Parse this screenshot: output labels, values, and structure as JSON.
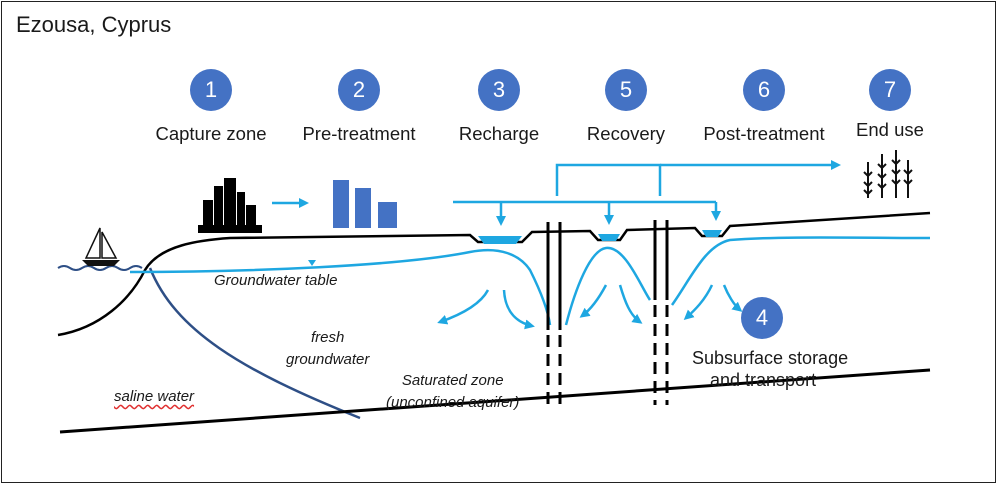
{
  "title": "Ezousa, Cyprus",
  "steps": [
    {
      "number": "1",
      "label": "Capture zone"
    },
    {
      "number": "2",
      "label": "Pre-treatment"
    },
    {
      "number": "3",
      "label": "Recharge"
    },
    {
      "number": "5",
      "label": "Recovery"
    },
    {
      "number": "6",
      "label": "Post-treatment"
    },
    {
      "number": "7",
      "label": "End use"
    }
  ],
  "storage": {
    "number": "4",
    "label_line1": "Subsurface storage",
    "label_line2": "and transport"
  },
  "labels": {
    "groundwater_table": "Groundwater table",
    "fresh_line1": "fresh",
    "fresh_line2": "groundwater",
    "saline": "saline water",
    "saturated_line1": "Saturated zone",
    "saturated_line2": "(unconfined aquifer)"
  },
  "colors": {
    "accent_blue": "#4472C4",
    "water_blue": "#1EA7E1",
    "saline_boundary": "#2E4F86",
    "ground_line": "#000000"
  },
  "icons": [
    "city-skyline-icon",
    "bar-chart-icon",
    "sailboat-icon",
    "crops-icon"
  ]
}
